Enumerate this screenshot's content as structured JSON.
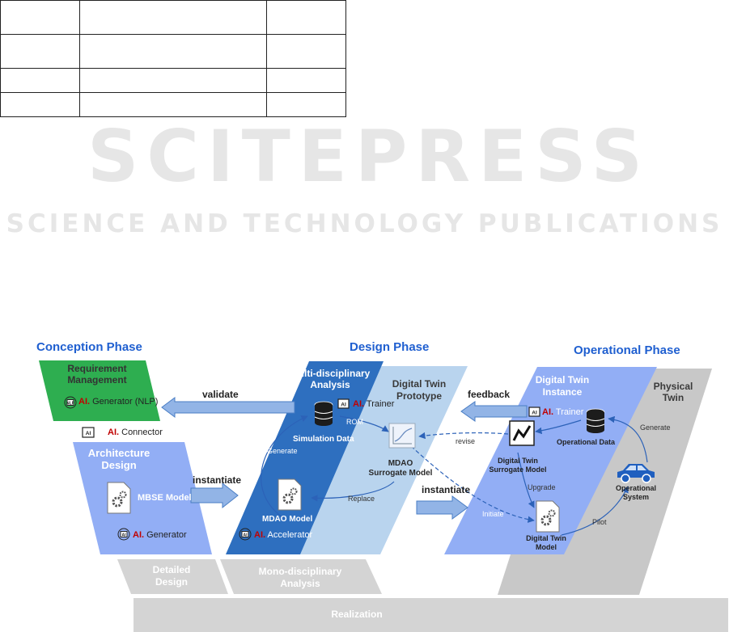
{
  "watermark": {
    "main": "SCITEPRESS",
    "sub": "SCIENCE AND TECHNOLOGY PUBLICATIONS"
  },
  "phases": {
    "conception": "Conception Phase",
    "design": "Design Phase",
    "operational": "Operational Phase"
  },
  "conception": {
    "requirement": "Requirement Management",
    "req_ai": "AI.",
    "req_ai_text": "Generator (NLP)",
    "connector_ai": "AI.",
    "connector_text": "Connector",
    "architecture": "Architecture Design",
    "mbse": "MBSE Model",
    "gen_ai": "AI.",
    "gen_text": "Generator"
  },
  "design": {
    "mda": "Multi-disciplinary Analysis",
    "trainer_ai": "AI.",
    "trainer_text": "Trainer",
    "rom": "ROM",
    "sim_data": "Simulation Data",
    "generate": "Generate",
    "dtp": "Digital Twin Prototype",
    "mdao_surrogate": "MDAO Surrogate Model",
    "replace": "Replace",
    "mdao_model": "MDAO Model",
    "acc_ai": "AI.",
    "acc_text": "Accelerator"
  },
  "operational": {
    "dti": "Digital Twin Instance",
    "trainer_ai": "AI.",
    "trainer_text": "Trainer",
    "op_data": "Operational Data",
    "revise": "revise",
    "dts": "Digital Twin Surrogate Model",
    "upgrade": "Upgrade",
    "initiate": "Initiate",
    "dtm": "Digital Twin Model",
    "pilot": "Pilot",
    "physical": "Physical Twin",
    "generate": "Generate",
    "op_system": "Operational System"
  },
  "arrows": {
    "validate": "validate",
    "instantiate1": "instantiate",
    "feedback": "feedback",
    "instantiate2": "instantiate"
  },
  "bottom": {
    "detailed": "Detailed Design",
    "mono": "Mono-disciplinary Analysis",
    "realization": "Realization"
  },
  "icons": {
    "ai_chip": "ai-chip-icon",
    "database": "database-icon",
    "gear_doc": "gear-document-icon",
    "chart": "chart-icon",
    "car": "car-icon"
  },
  "colors": {
    "phase_blue": "#1f5fd0",
    "green": "#2eae50",
    "light_blue": "#92aef5",
    "dark_blue": "#2e6fbf",
    "pale_blue": "#b9d4ee",
    "gray": "#c8c8c8",
    "ai_red": "#c00000"
  }
}
